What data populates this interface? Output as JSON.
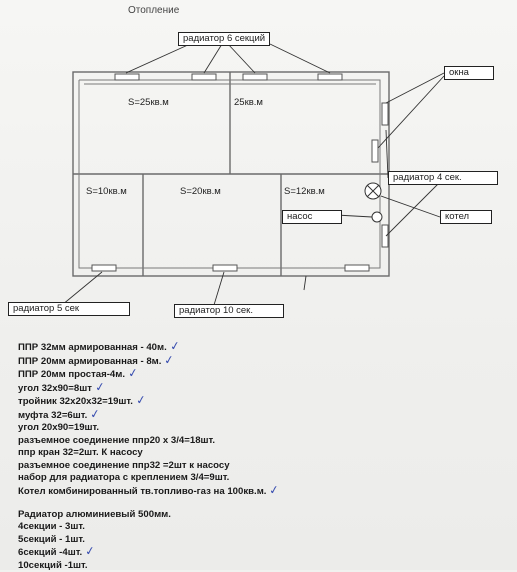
{
  "title": "Отопление",
  "labels": {
    "radiator_6": "радиатор 6 секций",
    "windows": "окна",
    "radiator_4": "радиатор 4 сек.",
    "boiler": "котел",
    "pump": "насос",
    "radiator_5": "радиатор 5 сек",
    "radiator_10": "радиатор 10 сек."
  },
  "areas": {
    "top_left": "S=25кв.м",
    "top_right": "25кв.м",
    "bottom_left": "S=10кв.м",
    "bottom_middle": "S=20кв.м",
    "bottom_right": "S=12кв.м"
  },
  "materials": [
    {
      "text": "ППР 32мм армированная - 40м.",
      "check": true
    },
    {
      "text": "ППР 20мм армированная - 8м.",
      "check": true
    },
    {
      "text": "ППР 20мм простая-4м.",
      "check": true
    },
    {
      "text": "угол 32х90=8шт",
      "check": true
    },
    {
      "text": "тройник 32х20х32=19шт.",
      "check": true
    },
    {
      "text": "муфта 32=6шт.",
      "check": true
    },
    {
      "text": "угол 20х90=19шт.",
      "check": false
    },
    {
      "text": "разъемное соединение ппр20 х 3/4=18шт.",
      "check": false
    },
    {
      "text": "ппр кран 32=2шт. К насосу",
      "check": false
    },
    {
      "text": "разъемное соединение ппр32 =2шт к насосу",
      "check": false
    },
    {
      "text": "набор для радиатора с креплением 3/4=9шт.",
      "check": false
    },
    {
      "text": "Котел комбинированный тв.топливо-газ на 100кв.м.",
      "check": true
    }
  ],
  "radiators": [
    {
      "text": "Радиатор алюминиевый 500мм.",
      "check": false
    },
    {
      "text": "4секции - 3шт.",
      "check": false
    },
    {
      "text": "5секций - 1шт.",
      "check": false
    },
    {
      "text": "6секций -4шт.",
      "check": true
    },
    {
      "text": "10секций -1шт.",
      "check": false
    }
  ],
  "check_glyph": "✓"
}
